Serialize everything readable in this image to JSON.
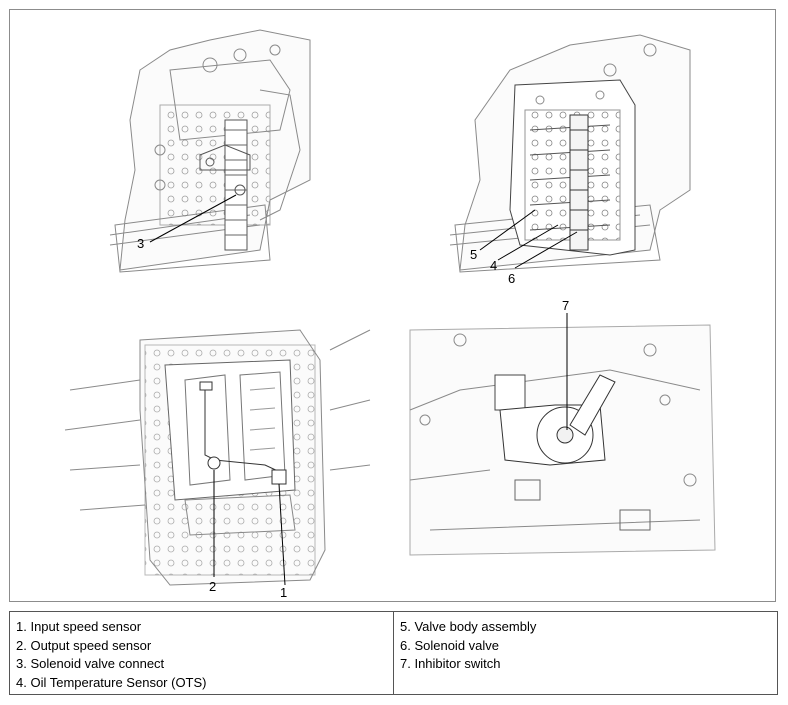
{
  "callouts": {
    "c1": "1",
    "c2": "2",
    "c3": "3",
    "c4": "4",
    "c5": "5",
    "c6": "6",
    "c7": "7"
  },
  "legend": {
    "left": [
      "1. Input speed sensor",
      "2. Output speed sensor",
      "3. Solenoid valve connect",
      "4. Oil Temperature Sensor (OTS)"
    ],
    "right": [
      "5. Valve body assembly",
      "6. Solenoid valve",
      "7. Inhibitor switch"
    ]
  }
}
